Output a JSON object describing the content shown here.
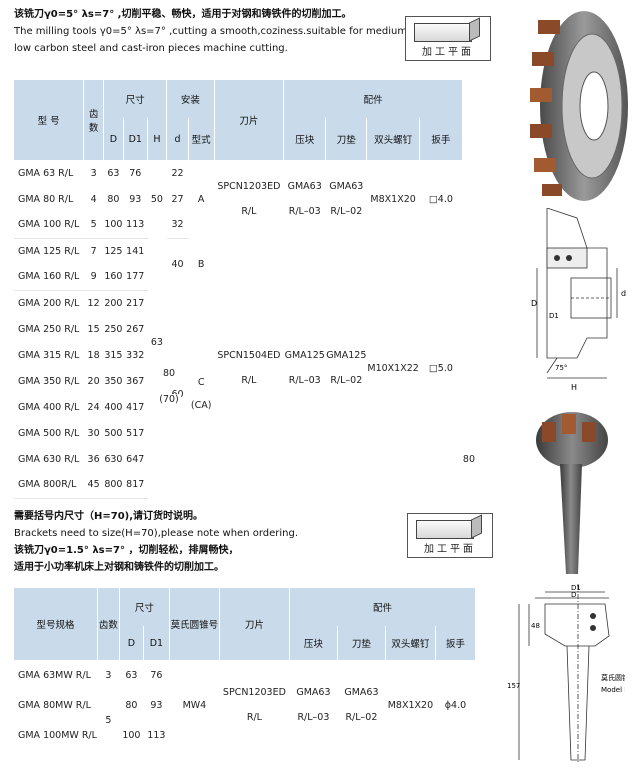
{
  "top": {
    "intro_zh": "该铣刀γ0=5° λs=7° ,切削平稳、畅快，适用于对钢和铸铁件的切削加工。",
    "intro_en1": "The milling tools γ0=5° λs=7° ,cutting a smooth,coziness.suitable for medium,",
    "intro_en2": "low carbon steel and cast-iron pieces machine cutting.",
    "face_label": "加工平面"
  },
  "table1": {
    "h_model": "型 号",
    "h_teeth": "齿数",
    "h_size": "尺寸",
    "h_install": "安装",
    "h_blade": "刀片",
    "h_parts": "配件",
    "h_D": "D",
    "h_D1": "D1",
    "h_H": "H",
    "h_d": "d",
    "h_type": "型式",
    "h_clamp": "压块",
    "h_shim": "刀垫",
    "h_screw": "双头螺钉",
    "h_wrench": "扳手",
    "rows": [
      {
        "model": "GMA 63 R/L",
        "z": "3",
        "D": "63",
        "D1": "76"
      },
      {
        "model": "GMA 80 R/L",
        "z": "4",
        "D": "80",
        "D1": "93"
      },
      {
        "model": "GMA 100 R/L",
        "z": "5",
        "D": "100",
        "D1": "113"
      },
      {
        "model": "GMA 125 R/L",
        "z": "7",
        "D": "125",
        "D1": "141"
      },
      {
        "model": "GMA 160 R/L",
        "z": "9",
        "D": "160",
        "D1": "177"
      },
      {
        "model": "GMA 200 R/L",
        "z": "12",
        "D": "200",
        "D1": "217"
      },
      {
        "model": "GMA 250 R/L",
        "z": "15",
        "D": "250",
        "D1": "267"
      },
      {
        "model": "GMA 315 R/L",
        "z": "18",
        "D": "315",
        "D1": "332"
      },
      {
        "model": "GMA 350 R/L",
        "z": "20",
        "D": "350",
        "D1": "367"
      },
      {
        "model": "GMA 400 R/L",
        "z": "24",
        "D": "400",
        "D1": "417"
      },
      {
        "model": "GMA 500 R/L",
        "z": "30",
        "D": "500",
        "D1": "517"
      },
      {
        "model": "GMA 630 R/L",
        "z": "36",
        "D": "630",
        "D1": "647"
      },
      {
        "model": "GMA 800R/L",
        "z": "45",
        "D": "800",
        "D1": "817"
      }
    ],
    "H_50": "50",
    "H_63": "63",
    "H_80a": "80",
    "H_70": "(70)",
    "H_80b": "80",
    "d_22": "22",
    "d_27": "27",
    "d_32": "32",
    "d_40": "40",
    "d_60": "60",
    "type_A": "A",
    "type_B": "B",
    "type_C": "C",
    "type_CA": "(CA)",
    "g1_blade1": "SPCN1203ED",
    "g1_blade2": "R/L",
    "g1_clamp1": "GMA63",
    "g1_clamp2": "R/L–03",
    "g1_shim1": "GMA63",
    "g1_shim2": "R/L–02",
    "g1_screw": "M8X1X20",
    "g1_wrench": "□4.0",
    "g2_blade1": "SPCN1504ED",
    "g2_blade2": "R/L",
    "g2_clamp1": "GMA125",
    "g2_clamp2": "R/L–03",
    "g2_shim1": "GMA125",
    "g2_shim2": "R/L–02",
    "g2_screw": "M10X1X22",
    "g2_wrench": "□5.0"
  },
  "bottom": {
    "note_zh": "需要括号内尺寸（H=70),请订货时说明。",
    "note_en": "Brackets need to size(H=70),please note when ordering.",
    "intro_zh1": "该铣刀γ0=1.5° λs=7° ，切削轻松，排屑畅快，",
    "intro_zh2": "适用于小功率机床上对钢和铸铁件的切削加工。",
    "face_label": "加工平面"
  },
  "table2": {
    "h_model": "型号规格",
    "h_teeth": "齿数",
    "h_size": "尺寸",
    "h_morse": "莫氏圆锥号",
    "h_blade": "刀片",
    "h_parts": "配件",
    "h_D": "D",
    "h_D1": "D1",
    "h_clamp": "压块",
    "h_shim": "刀垫",
    "h_screw": "双头螺钉",
    "h_wrench": "扳手",
    "rows": [
      {
        "model": "GMA 63MW R/L",
        "D": "63",
        "D1": "76"
      },
      {
        "model": "GMA 80MW R/L",
        "D": "80",
        "D1": "93"
      },
      {
        "model": "GMA 100MW R/L",
        "D": "100",
        "D1": "113"
      }
    ],
    "z_3": "3",
    "z_5": "5",
    "morse": "MW4",
    "blade1": "SPCN1203ED",
    "blade2": "R/L",
    "clamp1": "GMA63",
    "clamp2": "R/L–03",
    "shim1": "GMA63",
    "shim2": "R/L–02",
    "screw": "M8X1X20",
    "wrench": "ϕ4.0"
  },
  "drawings": {
    "d1_D": "D",
    "d1_H": "H",
    "d1_d": "d",
    "d1_D1": "D1",
    "d1_angle": "75°",
    "d2_D1": "D1",
    "d2_D": "D",
    "d2_48": "48",
    "d2_157": "157",
    "d2_morse_zh": "莫氏圆锥",
    "d2_morse_en": "Model No"
  }
}
